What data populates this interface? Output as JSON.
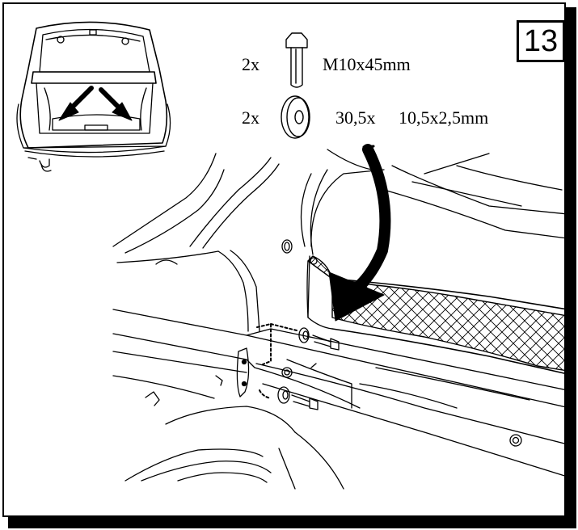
{
  "step": {
    "number": "13"
  },
  "parts": [
    {
      "quantity": "2x",
      "icon": "bolt-icon",
      "spec": "M10x45mm"
    },
    {
      "quantity": "2x",
      "icon": "washer-icon",
      "spec_a": "30,5x",
      "spec_b": "10,5x2,5mm"
    }
  ],
  "colors": {
    "line": "#000000",
    "background": "#ffffff"
  }
}
